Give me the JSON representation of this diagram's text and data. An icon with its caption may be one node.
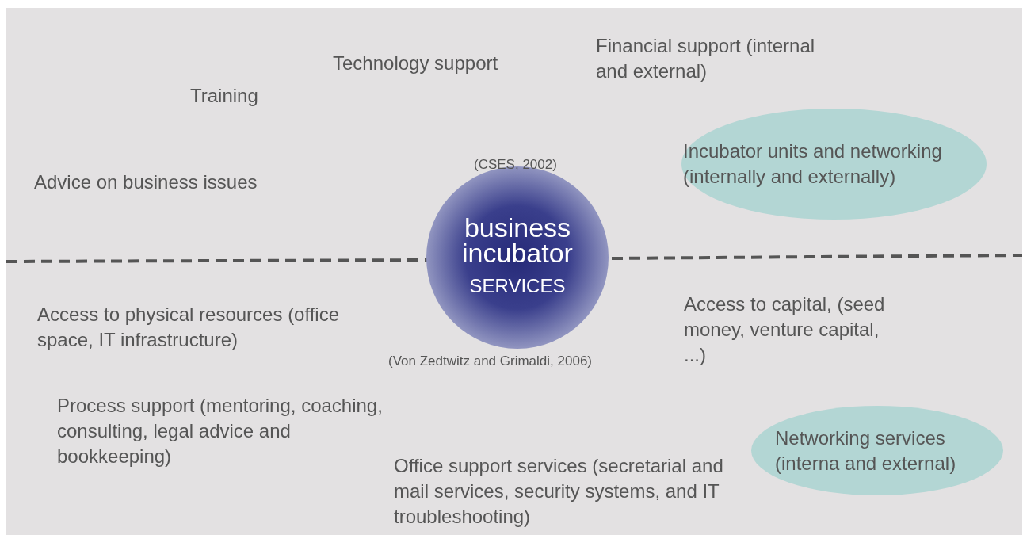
{
  "diagram": {
    "nodes": [
      {
        "text": [
          "business incubator",
          "SERVICES"
        ],
        "beside": [
          "(CSES, 2002)",
          "(Von Zedtwitz and Grimaldi, 2006)"
        ]
      },
      {
        "text": [
          "Incubator units and networking (internally and externally)"
        ]
      },
      {
        "text": [
          "Networking services (interna and external)"
        ]
      }
    ],
    "edges": [],
    "labels": [
      "Financial support (internal and external)",
      "Technology support",
      "Training",
      "Advice on business issues",
      "Access to physical resources (office space, IT infrastructure)",
      "Access to capital, (seed money, venture capital, ...)",
      "Process support (mentoring, coaching, consulting, legal advice and bookkeeping)",
      "Office support services (secretarial and mail services, security systems, and IT troubleshooting)"
    ]
  }
}
